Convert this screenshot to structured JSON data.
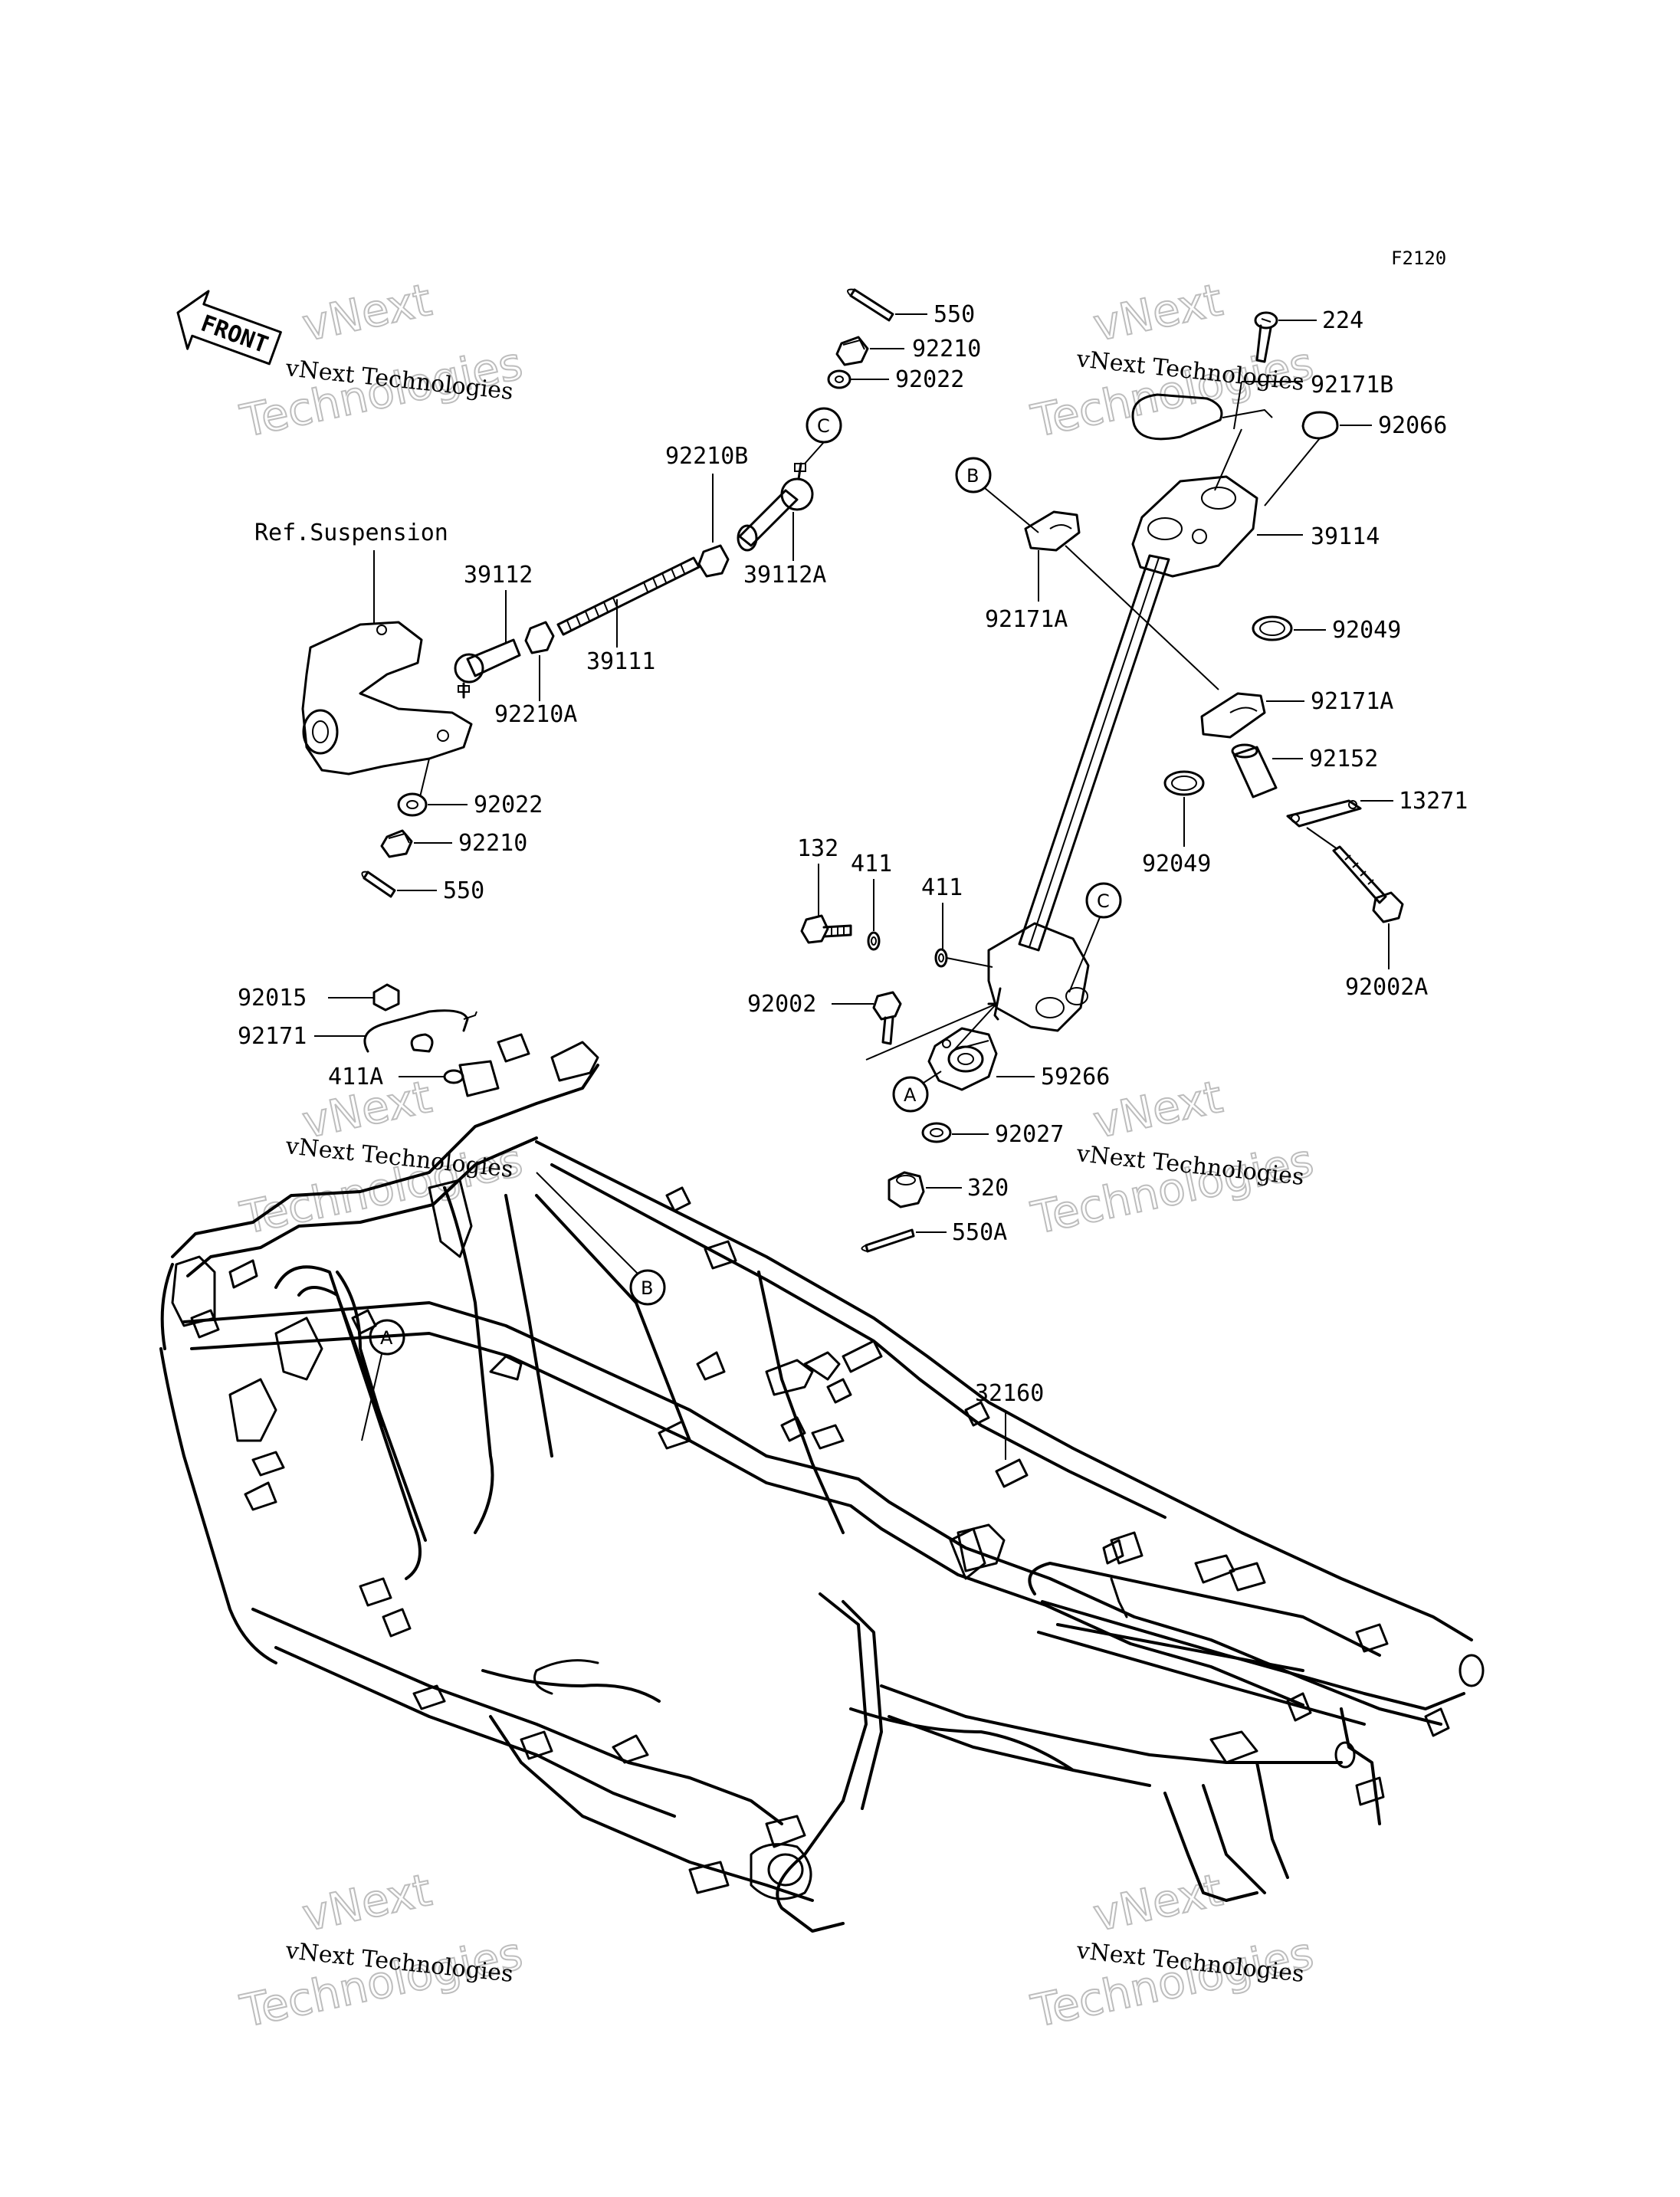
{
  "diagram_code": "F2120",
  "front_label": "FRONT",
  "ref_label": "Ref.Suspension",
  "watermark": {
    "line1": "vNext Technologies",
    "line2": "vNext",
    "line3": "Technologies"
  },
  "circle_markers": {
    "a": "A",
    "b": "B",
    "c": "C"
  },
  "parts": {
    "p550_top": "550",
    "p92210_top": "92210",
    "p92022_top": "92022",
    "p92210B": "92210B",
    "p39112A": "39112A",
    "p39112": "39112",
    "p39111": "39111",
    "p92210A": "92210A",
    "p92022_left": "92022",
    "p92210_left": "92210",
    "p550_left": "550",
    "p224": "224",
    "p92171B": "92171B",
    "p92066": "92066",
    "p39114": "39114",
    "p92171A_left": "92171A",
    "p92049_top": "92049",
    "p92171A_right": "92171A",
    "p92152": "92152",
    "p13271": "13271",
    "p92049_bottom": "92049",
    "p92002A": "92002A",
    "p132": "132",
    "p411_a": "411",
    "p411_b": "411",
    "p92002": "92002",
    "p59266": "59266",
    "p92027": "92027",
    "p320": "320",
    "p550A": "550A",
    "p92015": "92015",
    "p92171": "92171",
    "p411A": "411A",
    "p32160": "32160"
  }
}
